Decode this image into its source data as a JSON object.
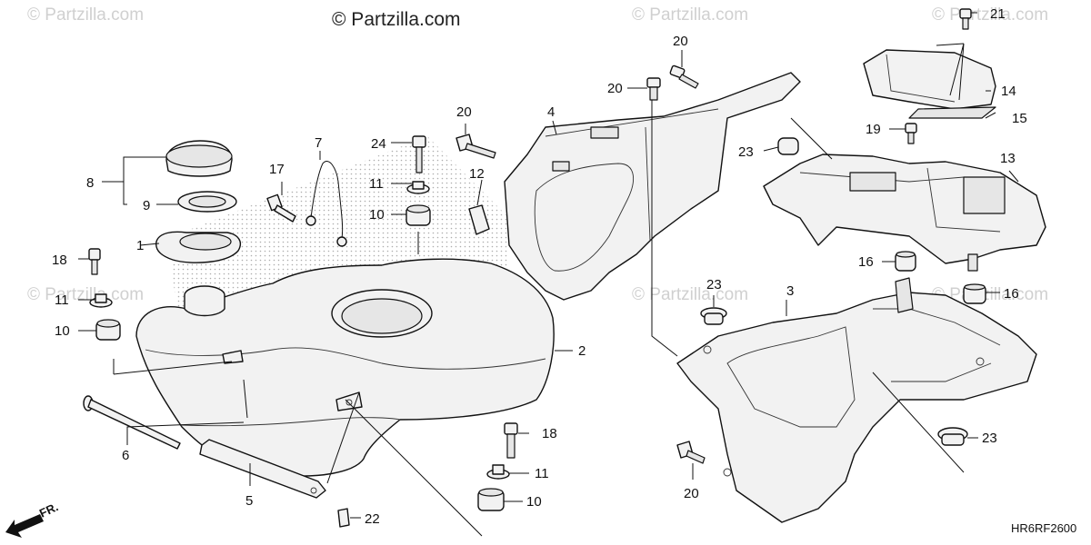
{
  "copyright": "© Partzilla.com",
  "watermark": "© Partzilla.com",
  "diagram_code": "HR6RF2600",
  "direction_label": "FR.",
  "callouts": {
    "c1": "1",
    "c2": "2",
    "c3": "3",
    "c4": "4",
    "c5": "5",
    "c6": "6",
    "c7": "7",
    "c8": "8",
    "c9": "9",
    "c10a": "10",
    "c10b": "10",
    "c10c": "10",
    "c11a": "11",
    "c11b": "11",
    "c11c": "11",
    "c12": "12",
    "c13": "13",
    "c14": "14",
    "c15": "15",
    "c16a": "16",
    "c16b": "16",
    "c17": "17",
    "c18a": "18",
    "c18b": "18",
    "c19": "19",
    "c20a": "20",
    "c20b": "20",
    "c20c": "20",
    "c20d": "20",
    "c21": "21",
    "c22": "22",
    "c23a": "23",
    "c23b": "23",
    "c23c": "23",
    "c24": "24"
  }
}
